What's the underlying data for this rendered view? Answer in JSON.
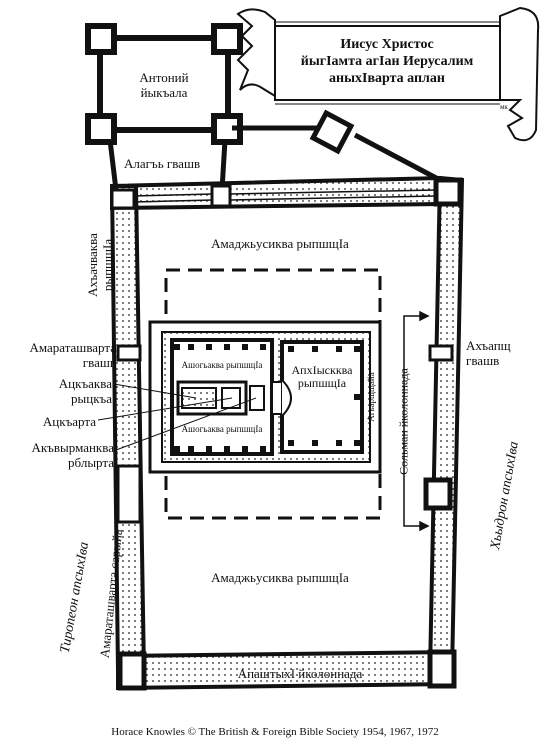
{
  "banner": {
    "line1": "Иисус Христос",
    "line2": "йыгIамта агIан Иерусалим",
    "line3": "аныхIварта аплан",
    "mark": "мк"
  },
  "labels": {
    "antonia": "Антоний\nйыкъала",
    "gate_top": "Алагъь гвашв",
    "gentiles_top": "Амаджьусиква рыпшщIа",
    "gentiles_bottom": "Амаджьусиква рыпшщIа",
    "north_gate": "Ахъачваква\nрыпшщIа",
    "west_gate": "Амараташварта\nгвашв",
    "east_gate": "Ахъапщ\nгвашв",
    "holy_of_holies": "Ацкъаква\nрыцкъа",
    "holy_place": "Ацкъарта",
    "altar": "Акъвырманква\nрблырта",
    "women_court": "АпхIыскква\nрыпшщIа",
    "israel_court_top": "Ашогьаква рыпшщIа",
    "israel_court_bottom": "Ашогьаква рыпшщIа",
    "inner_side": "Агьарщщайа",
    "solomon": "Сольман йколоннада",
    "royal_colonnade": "АпаштыхI йколоннада",
    "west_gate2": "Амараташварта сарыйа",
    "tyropoeon": "Тиропеон апсыхIва",
    "kidron": "Хьыдрон апсыхIва"
  },
  "credit": "Horace Knowles © The British & Foreign Bible Society 1954, 1967, 1972"
}
